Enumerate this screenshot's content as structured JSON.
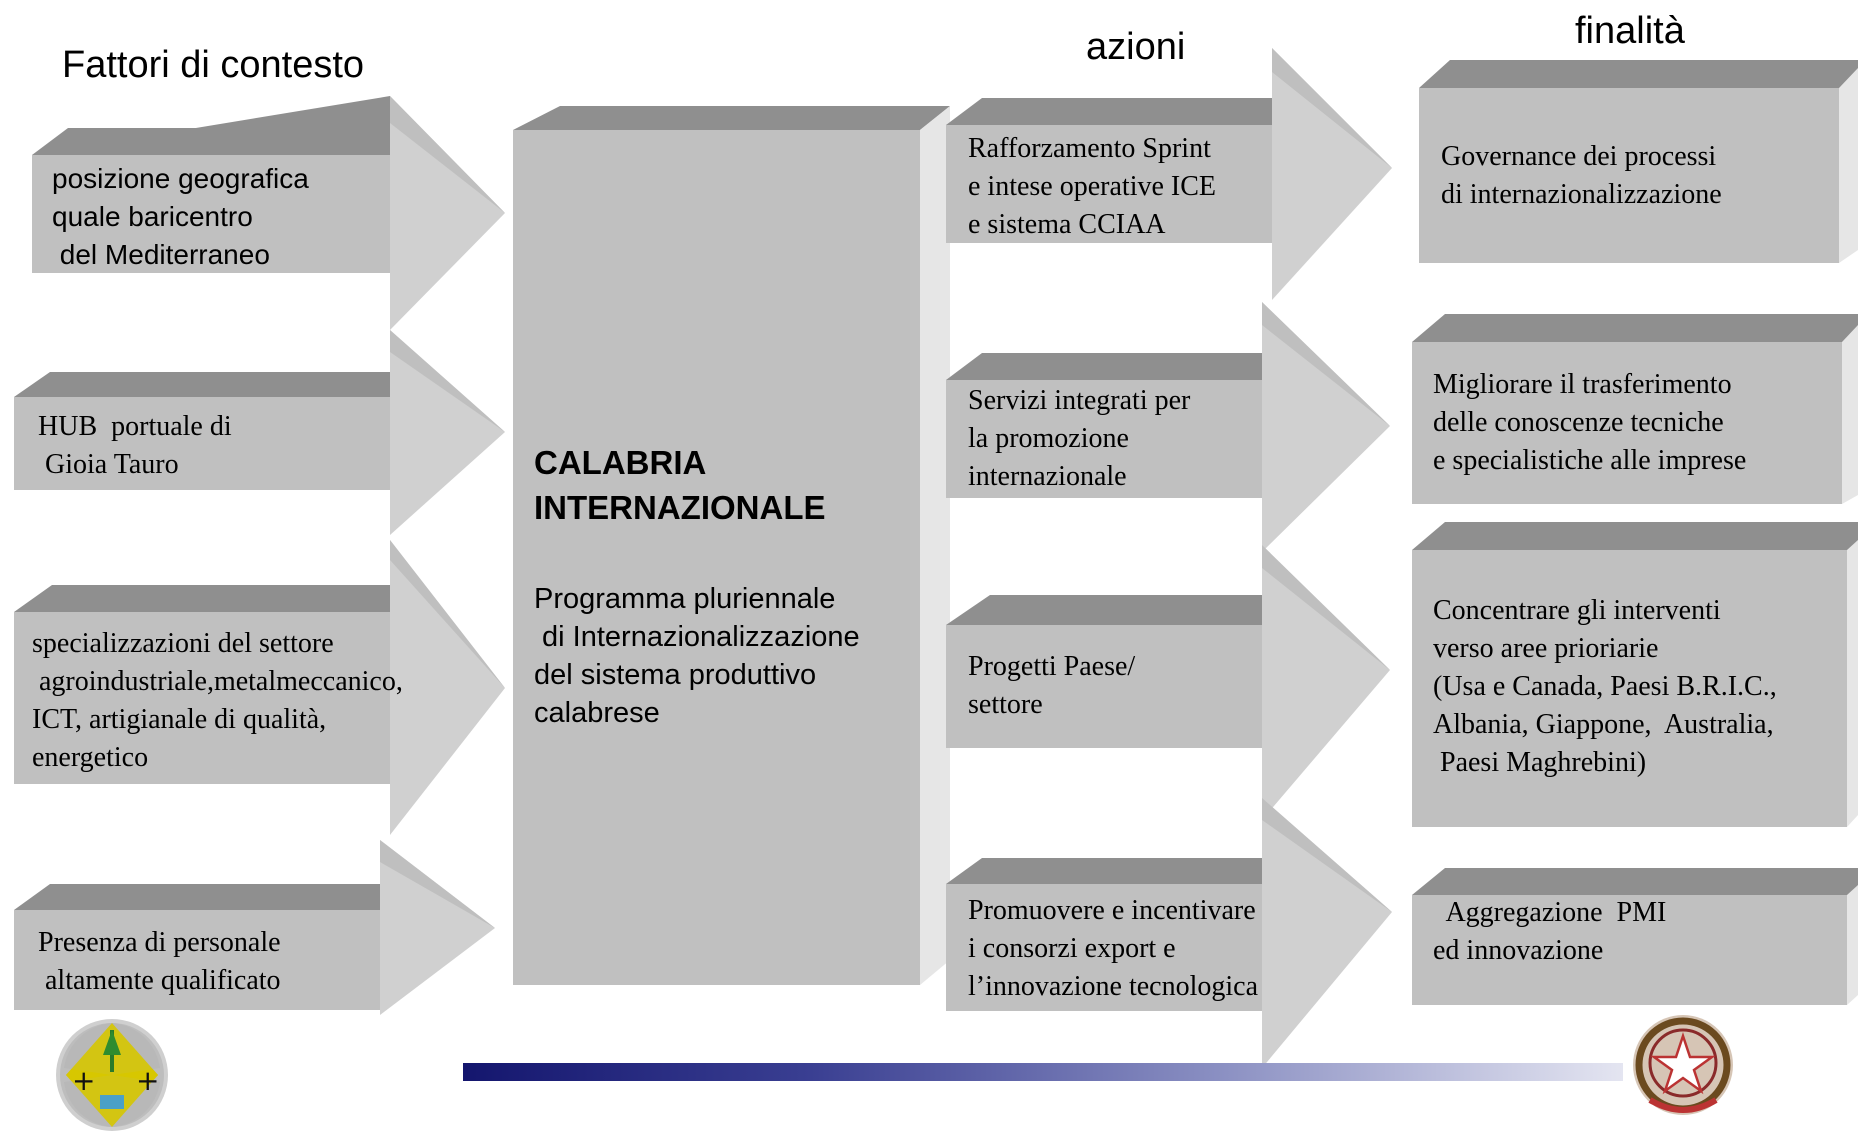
{
  "headers": {
    "context": "Fattori di contesto",
    "actions": "azioni",
    "goals": "finalità"
  },
  "context_factors": [
    "posizione geografica\nquale baricentro\n del Mediterraneo",
    "HUB  portuale di\n Gioia Tauro",
    "specializzazioni del settore\n agroindustriale,metalmeccanico,\nICT, artigianale di qualità,\nenergetico",
    "Presenza di personale\n altamente qualificato"
  ],
  "center": {
    "title": "CALABRIA\nINTERNAZIONALE",
    "body": "Programma pluriennale\n di Internazionalizzazione\ndel sistema produttivo\ncalabrese"
  },
  "actions": [
    "Rafforzamento Sprint\ne intese operative ICE\ne sistema CCIAA",
    "Servizi integrati per\nla promozione\ninternazionale",
    "Progetti Paese/\nsettore",
    "Promuovere e incentivare\ni consorzi export e\nl’innovazione tecnologica"
  ],
  "goals": [
    "Governance dei processi\ndi internazionalizzazione",
    "Migliorare il trasferimento\ndelle conoscenze tecniche\ne specialistiche alle imprese",
    "Concentrare gli interventi\nverso aree prioriarie\n(Usa e Canada, Paesi B.R.I.C.,\nAlbania, Giappone,  Australia,\n Paesi Maghrebini)",
    "  Aggregazione  PMI\ned innovazione"
  ],
  "colors": {
    "box_front": "#c0c0c0",
    "box_top": "#8f8f8f",
    "arrow_head": "#cfcfcf",
    "box_side": "#e6e6e6"
  },
  "icons": {
    "left_logo": "calabria-region-emblem",
    "right_logo": "italian-republic-emblem"
  }
}
